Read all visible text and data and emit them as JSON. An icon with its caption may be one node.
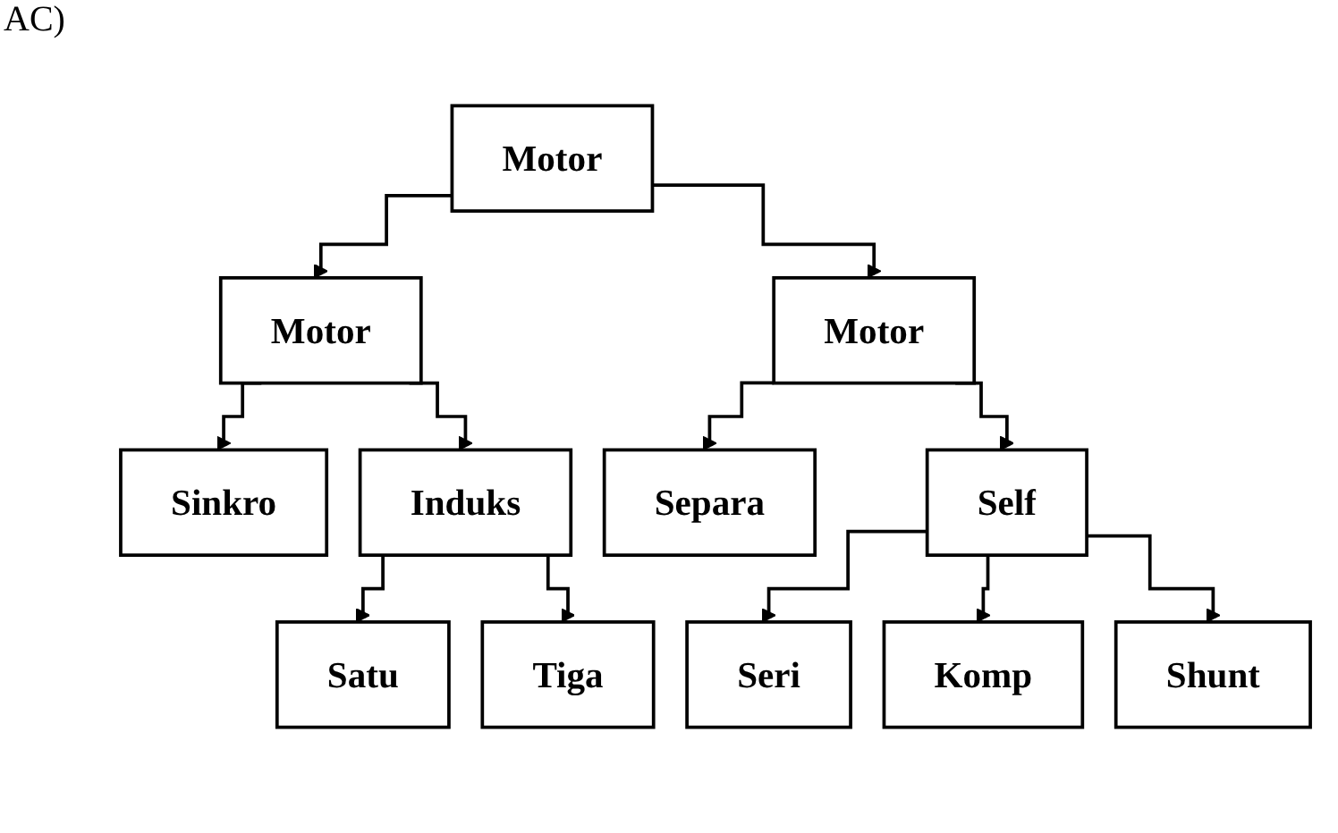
{
  "diagram": {
    "nodes": [
      {
        "text": [
          "Motor"
        ]
      },
      {
        "text": [
          "Motor"
        ]
      },
      {
        "text": [
          "Motor"
        ]
      },
      {
        "text": [
          "Sinkro"
        ]
      },
      {
        "text": [
          "Induks"
        ]
      },
      {
        "text": [
          "Separa"
        ]
      },
      {
        "text": [
          "Self"
        ]
      },
      {
        "text": [
          "Satu"
        ]
      },
      {
        "text": [
          "Tiga"
        ]
      },
      {
        "text": [
          "Seri"
        ]
      },
      {
        "text": [
          "Komp"
        ]
      },
      {
        "text": [
          "Shunt"
        ]
      }
    ],
    "edges": [
      {
        "from": 0,
        "to": 1,
        "arrow": "to"
      },
      {
        "from": 0,
        "to": 2,
        "arrow": "to"
      },
      {
        "from": 1,
        "to": 3,
        "arrow": "to"
      },
      {
        "from": 1,
        "to": 4,
        "arrow": "to"
      },
      {
        "from": 2,
        "to": 5,
        "arrow": "to"
      },
      {
        "from": 2,
        "to": 6,
        "arrow": "to"
      },
      {
        "from": 4,
        "to": 7,
        "arrow": "to"
      },
      {
        "from": 4,
        "to": 8,
        "arrow": "to"
      },
      {
        "from": 6,
        "to": 9,
        "arrow": "to"
      },
      {
        "from": 6,
        "to": 10,
        "arrow": "to"
      },
      {
        "from": 6,
        "to": 11,
        "arrow": "to"
      }
    ],
    "labels": [
      "AC)"
    ]
  }
}
